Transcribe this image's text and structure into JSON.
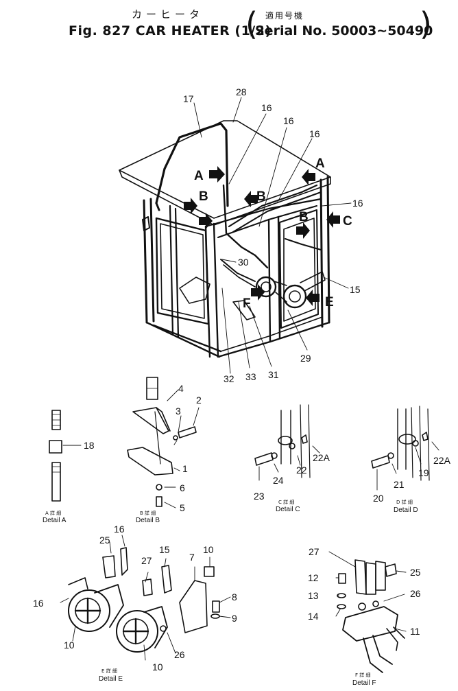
{
  "header": {
    "title_jp": "カーヒータ",
    "title": "Fig. 827  CAR HEATER (1/2)",
    "applicable_jp": "適用号機",
    "serial": "Serial No. 50003∼50490"
  },
  "arrow_labels": {
    "A_left": "A",
    "B_left": "B",
    "B_mid": "B",
    "A_right": "A",
    "B_right": "B",
    "C_right": "C",
    "F_lower": "F",
    "E_lower": "E"
  },
  "callouts": {
    "c28": "28",
    "c17": "17",
    "c16a": "16",
    "c16b": "16",
    "c16c": "16",
    "c16d": "16",
    "c30": "30",
    "c15": "15",
    "c29": "29",
    "c31": "31",
    "c32": "32",
    "c33": "33",
    "c4": "4",
    "c2": "2",
    "c3": "3",
    "c1": "1",
    "c6": "6",
    "c5": "5",
    "c18": "18",
    "c22": "22",
    "c22A_c": "22A",
    "c24": "24",
    "c23": "23",
    "c19": "19",
    "c21": "21",
    "c20": "20",
    "c22A_d": "22A",
    "e16a": "16",
    "e25": "25",
    "e16b": "16",
    "e27": "27",
    "e15": "15",
    "e7": "7",
    "e10a": "10",
    "e8": "8",
    "e9": "9",
    "e10b": "10",
    "e10c": "10",
    "e26": "26",
    "f27": "27",
    "f25": "25",
    "f12": "12",
    "f26": "26",
    "f13": "13",
    "f14": "14",
    "f11": "11"
  },
  "details": {
    "a_jp": "A 詳 細",
    "a_en": "Detail  A",
    "b_jp": "B 詳 細",
    "b_en": "Detail  B",
    "c_jp": "C 詳 細",
    "c_en": "Detail  C",
    "d_jp": "D 詳 細",
    "d_en": "Detail  D",
    "e_jp": "E 詳 細",
    "e_en": "Detail  E",
    "f_jp": "F 詳 細",
    "f_en": "Detail  F"
  }
}
